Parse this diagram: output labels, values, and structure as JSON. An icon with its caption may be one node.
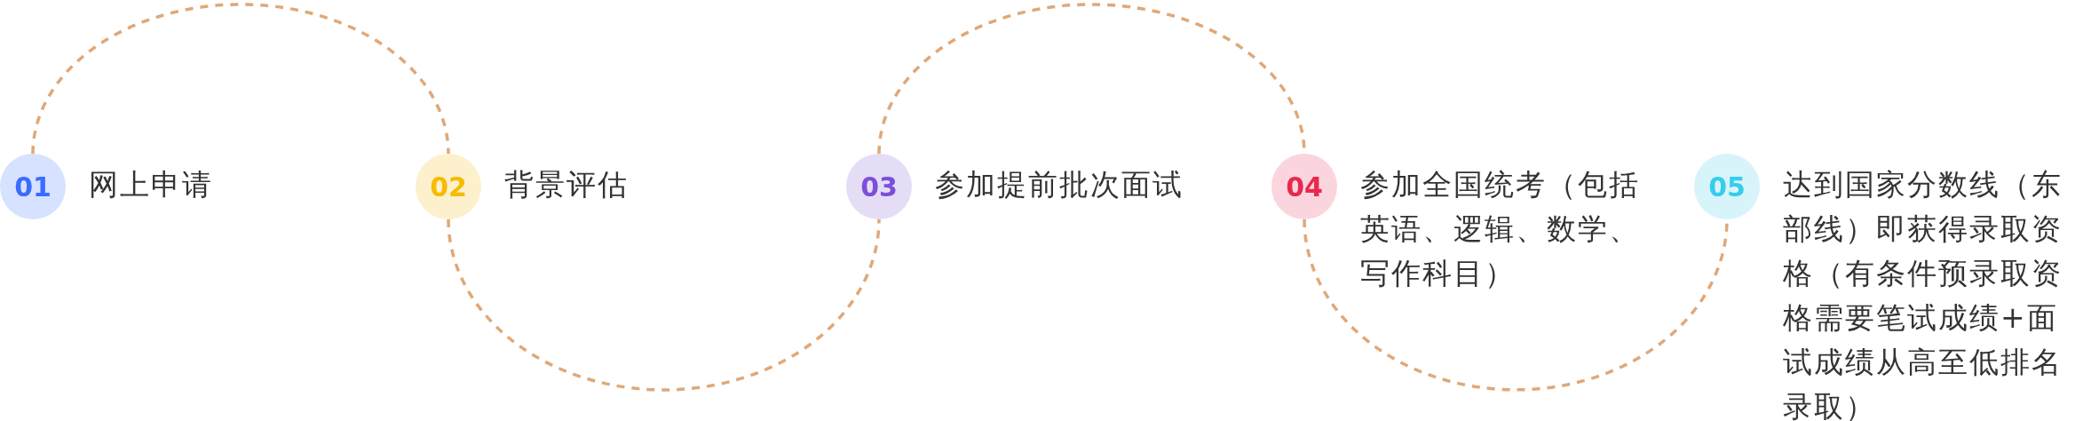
{
  "diagram": {
    "nodes": [
      {
        "text": [
          "01"
        ],
        "beside": [
          "网上申请"
        ]
      },
      {
        "text": [
          "02"
        ],
        "beside": [
          "背景评估"
        ]
      },
      {
        "text": [
          "03"
        ],
        "beside": [
          "参加提前批次面试"
        ]
      },
      {
        "text": [
          "04"
        ],
        "beside": [
          "参加全国统考（包括英语、逻辑、数学、写作科目）"
        ]
      },
      {
        "text": [
          "05"
        ],
        "beside": [
          "达到国家分数线（东部线）即获得录取资格（有条件预录取资格需要笔试成绩+面试成绩从高至低排名录取）"
        ]
      }
    ],
    "edges": [
      {
        "from": 0,
        "to": 1,
        "arrow": "none",
        "style": "dashed"
      },
      {
        "from": 1,
        "to": 2,
        "arrow": "none",
        "style": "dashed"
      },
      {
        "from": 2,
        "to": 3,
        "arrow": "none",
        "style": "dashed"
      },
      {
        "from": 3,
        "to": 4,
        "arrow": "none",
        "style": "dashed"
      }
    ]
  }
}
